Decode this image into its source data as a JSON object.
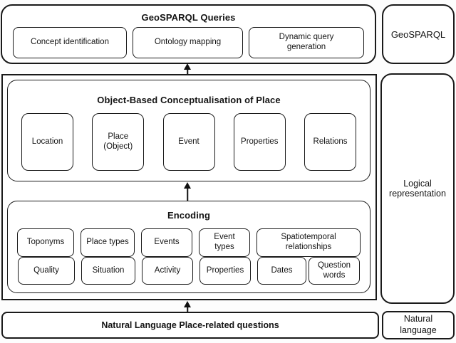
{
  "colors": {
    "ink": "#1a1a1a",
    "background": "#ffffff"
  },
  "layers": {
    "queries": {
      "title": "GeoSPARQL Queries",
      "boxes": [
        {
          "label": "Concept identification"
        },
        {
          "label": "Ontology mapping"
        },
        {
          "label": "Dynamic query generation"
        }
      ],
      "side_label": "GeoSPARQL"
    },
    "logical": {
      "side_label": "Logical representation",
      "conceptualisation": {
        "title": "Object-Based Conceptualisation of Place",
        "boxes": [
          {
            "label": "Location"
          },
          {
            "label": "Place (Object)"
          },
          {
            "label": "Event"
          },
          {
            "label": "Properties"
          },
          {
            "label": "Relations"
          }
        ]
      },
      "encoding": {
        "title": "Encoding",
        "row1": [
          {
            "label": "Toponyms"
          },
          {
            "label": "Place types"
          },
          {
            "label": "Events"
          },
          {
            "label": "Event types"
          },
          {
            "label": "Spatiotemporal relationships"
          }
        ],
        "row2": [
          {
            "label": "Quality"
          },
          {
            "label": "Situation"
          },
          {
            "label": "Activity"
          },
          {
            "label": "Properties"
          },
          {
            "label": "Dates"
          },
          {
            "label": "Question words"
          }
        ]
      }
    },
    "natural": {
      "title": "Natural Language Place-related questions",
      "side_label": "Natural language"
    }
  }
}
